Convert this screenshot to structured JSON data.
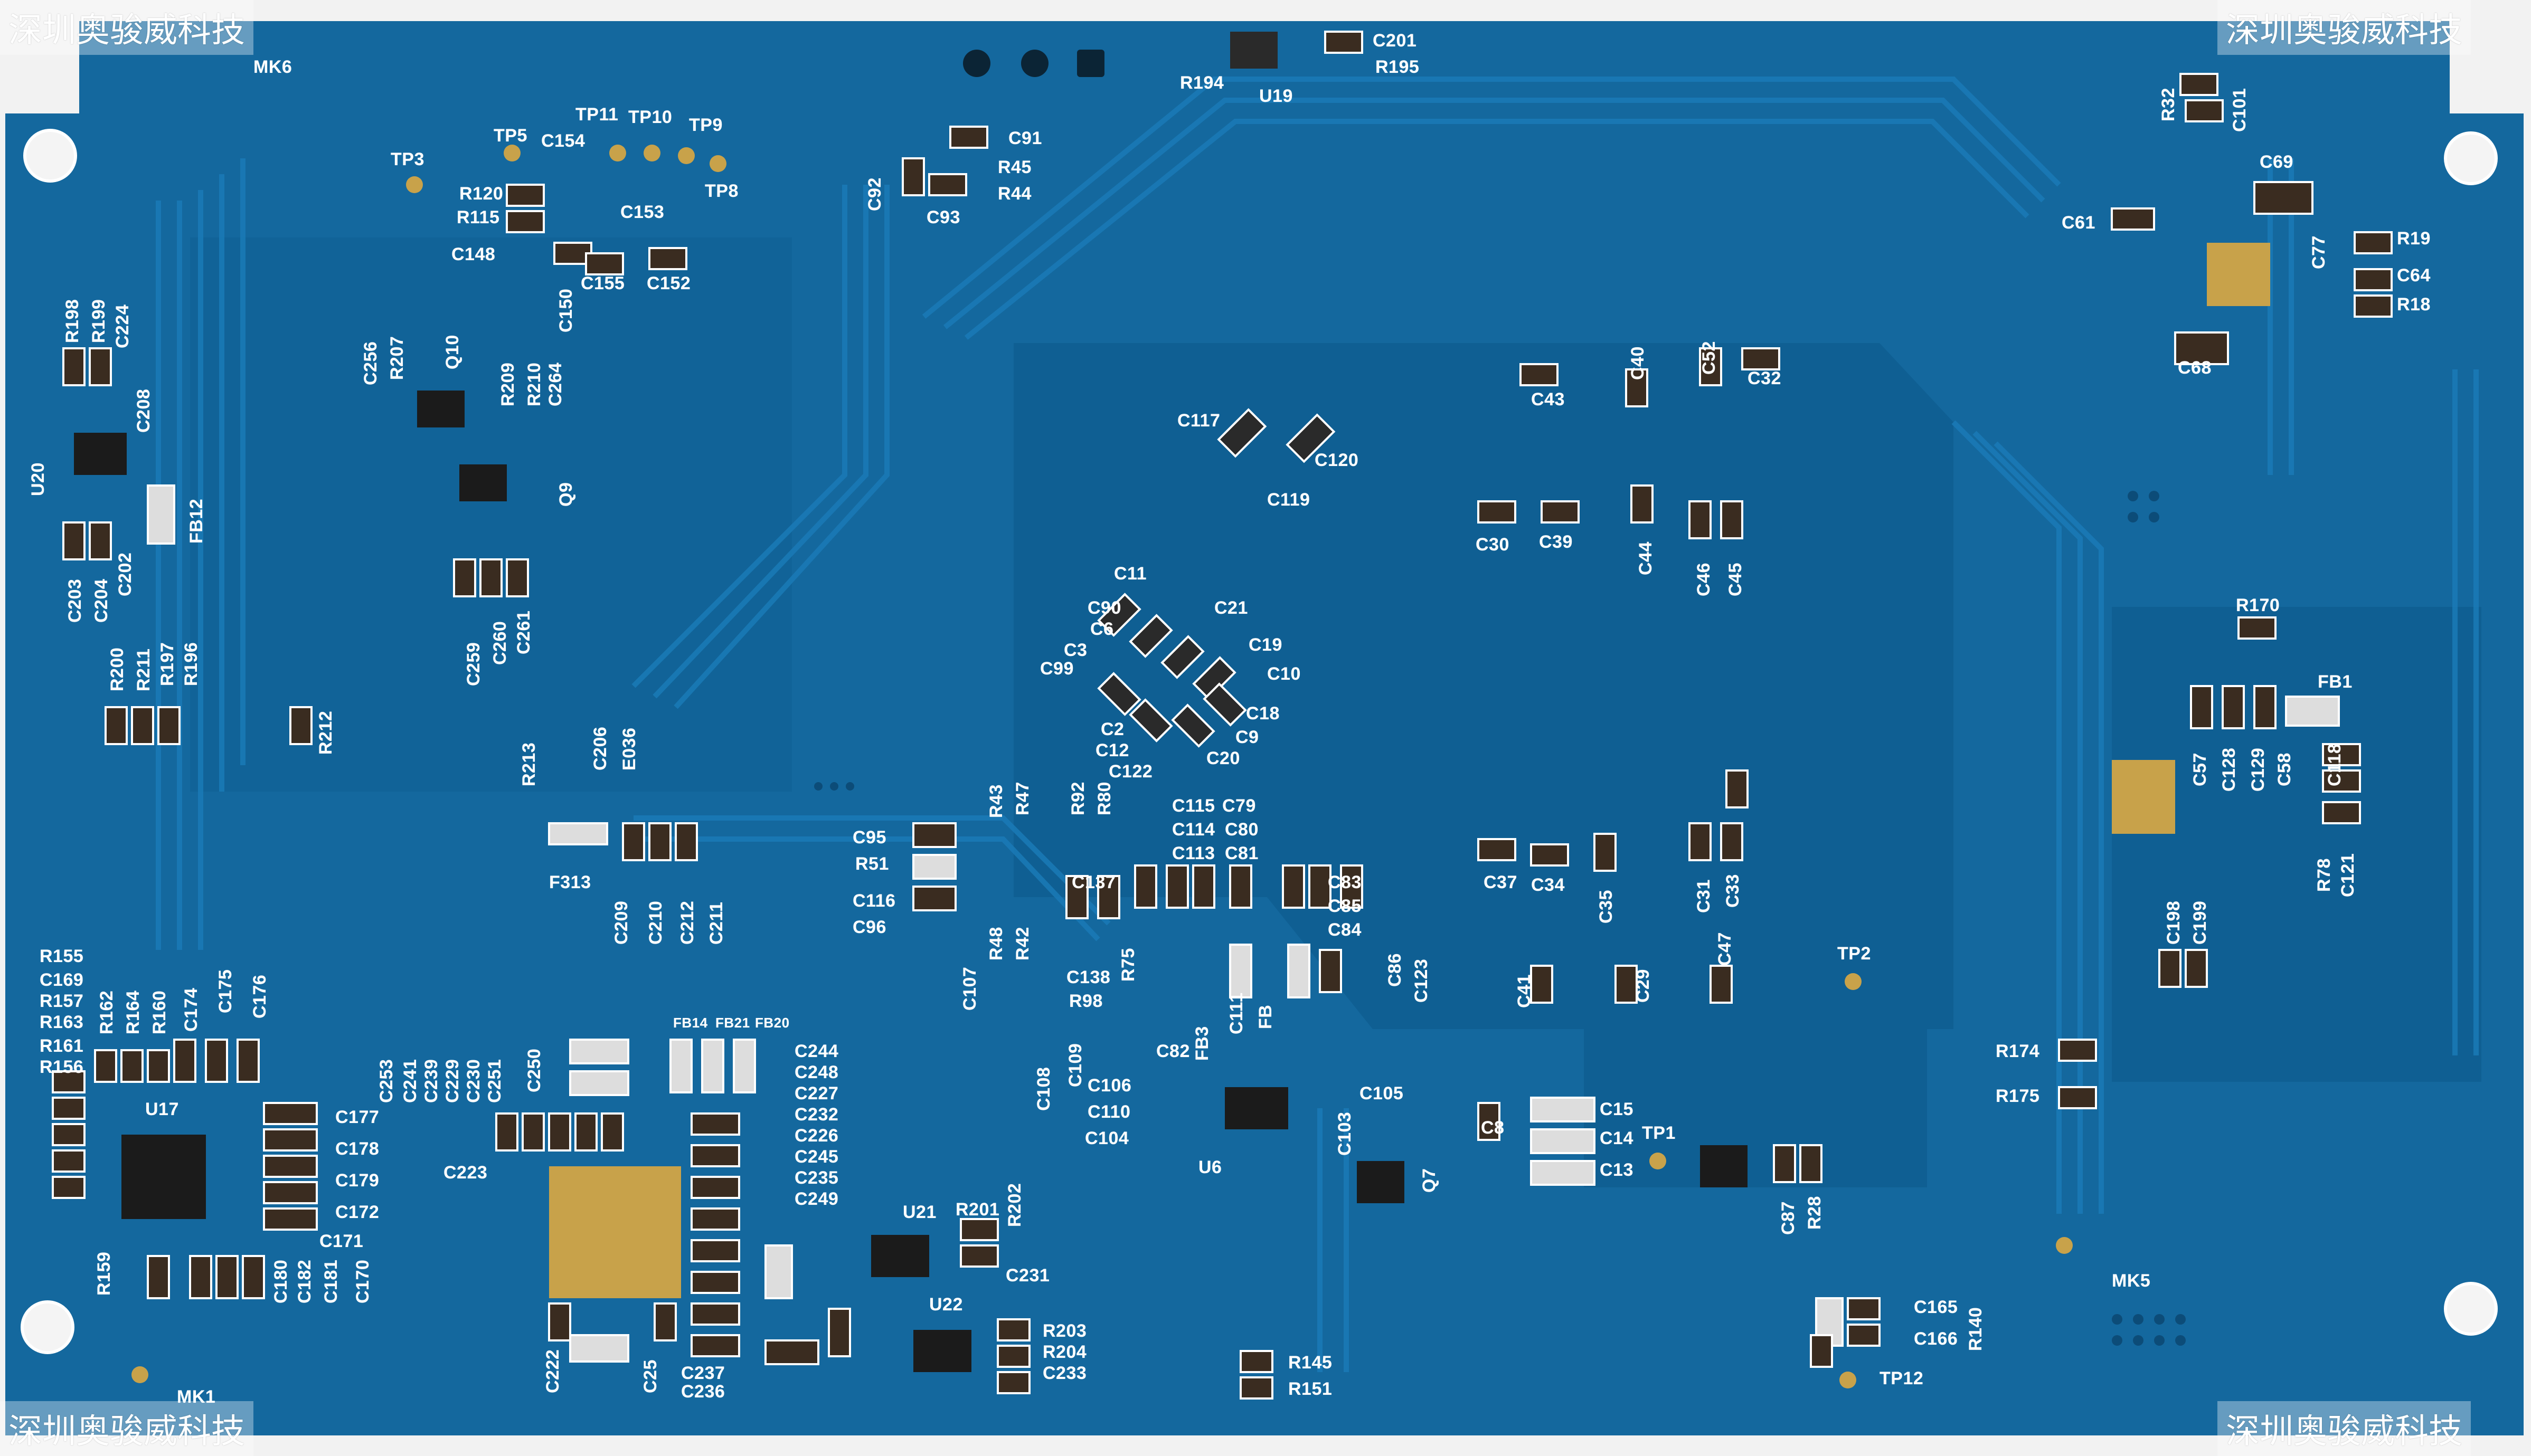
{
  "colors": {
    "board": "#14689e",
    "copper": "#0f5f92",
    "trace": "#1a79b5",
    "silk": "#ffffff",
    "pad_gold": "#c8a24a",
    "hole": "#f4f4f4"
  },
  "watermark": "深圳奥骏威科技",
  "labels": {
    "MK6": "MK6",
    "MK1": "MK1",
    "MK5": "MK5",
    "TP1": "TP1",
    "TP2": "TP2",
    "TP3": "TP3",
    "TP5": "TP5",
    "TP8": "TP8",
    "TP9": "TP9",
    "TP10": "TP10",
    "TP11": "TP11",
    "TP12": "TP12",
    "U6": "U6",
    "U17": "U17",
    "U19": "U19",
    "U20": "U20",
    "U21": "U21",
    "U22": "U22",
    "Q7": "Q7",
    "Q9": "Q9",
    "Q10": "Q10",
    "FB1": "FB1",
    "FB12": "FB12",
    "F313": "F313",
    "FB14": "FB14",
    "FB21": "FB21",
    "FB20": "FB20",
    "C201": "C201",
    "R195": "R195",
    "R194": "R194",
    "C91": "C91",
    "R45": "R45",
    "R44": "R44",
    "C92": "C92",
    "C93": "C93",
    "C154": "C154",
    "C153": "C153",
    "C155": "C155",
    "C152": "C152",
    "C148": "C148",
    "C150": "C150",
    "R120": "R120",
    "R115": "R115",
    "R198": "R198",
    "R199": "R199",
    "C224": "C224",
    "C208": "C208",
    "C203": "C203",
    "C204": "C204",
    "C202": "C202",
    "R200": "R200",
    "R211": "R211",
    "R197": "R197",
    "R196": "R196",
    "R212": "R212",
    "C256": "C256",
    "R207": "R207",
    "R209": "R209",
    "R210": "R210",
    "C264": "C264",
    "C259": "C259",
    "C260": "C260",
    "C261": "C261",
    "R213": "R213",
    "C206": "C206",
    "E036": "E036",
    "C209": "C209",
    "C210": "C210",
    "C212": "C212",
    "C211": "C211",
    "C117": "C117",
    "C120": "C120",
    "C119": "C119",
    "C43": "C43",
    "C40": "C40",
    "C52": "C52",
    "C32": "C32",
    "C30": "C30",
    "C39": "C39",
    "C44": "C44",
    "C46": "C46",
    "C45": "C45",
    "C11": "C11",
    "C90": "C90",
    "C6": "C6",
    "C21": "C21",
    "C3": "C3",
    "C99": "C99",
    "C19": "C19",
    "C10": "C10",
    "C18": "C18",
    "C2": "C2",
    "C9": "C9",
    "C12": "C12",
    "C20": "C20",
    "C122": "C122",
    "C115": "C115",
    "C79": "C79",
    "C114": "C114",
    "C80": "C80",
    "C113": "C113",
    "C81": "C81",
    "C137": "C137",
    "C83": "C83",
    "C85": "C85",
    "C84": "C84",
    "C95": "C95",
    "R51": "R51",
    "C116": "C116",
    "C96": "C96",
    "R43": "R43",
    "R47": "R47",
    "R92": "R92",
    "R80": "R80",
    "R48": "R48",
    "R42": "R42",
    "C107": "C107",
    "C138": "C138",
    "R98": "R98",
    "R75": "R75",
    "FB3": "FB3",
    "C111": "C111",
    "FB": "FB",
    "C86": "C86",
    "C123": "C123",
    "C37": "C37",
    "C34": "C34",
    "C35": "C35",
    "C31": "C31",
    "C33": "C33",
    "C41": "C41",
    "C29": "C29",
    "C47": "C47",
    "C69": "C69",
    "C61": "C61",
    "C77": "C77",
    "R19": "R19",
    "C64": "C64",
    "R18": "R18",
    "C68": "C68",
    "R32": "R32",
    "C101": "C101",
    "R170": "R170",
    "C57": "C57",
    "C128": "C128",
    "C129": "C129",
    "C58": "C58",
    "C118": "C118",
    "R78": "R78",
    "C121": "C121",
    "C198": "C198",
    "C199": "C199",
    "R174": "R174",
    "R175": "R175",
    "R155": "R155",
    "C169": "C169",
    "R157": "R157",
    "R163": "R163",
    "R161": "R161",
    "R156": "R156",
    "R162": "R162",
    "R164": "R164",
    "R160": "R160",
    "C174": "C174",
    "C175": "C175",
    "C176": "C176",
    "C177": "C177",
    "C178": "C178",
    "C179": "C179",
    "C172": "C172",
    "C171": "C171",
    "C180": "C180",
    "C182": "C182",
    "C181": "C181",
    "C170": "C170",
    "R159": "R159",
    "C253": "C253",
    "C241": "C241",
    "C239": "C239",
    "C229": "C229",
    "C230": "C230",
    "C251": "C251",
    "C250": "C250",
    "C223": "C223",
    "C222": "C222",
    "C25": "C25",
    "C237": "C237",
    "C236": "C236",
    "C244": "C244",
    "C248": "C248",
    "C227": "C227",
    "C232": "C232",
    "C226": "C226",
    "C245": "C245",
    "C235": "C235",
    "C249": "C249",
    "R201": "R201",
    "R202": "R202",
    "C231": "C231",
    "R203": "R203",
    "R204": "R204",
    "C233": "C233",
    "C108": "C108",
    "C109": "C109",
    "C106": "C106",
    "C110": "C110",
    "C104": "C104",
    "C82": "C82",
    "C105": "C105",
    "C103": "C103",
    "C8": "C8",
    "C15": "C15",
    "C14": "C14",
    "C13": "C13",
    "C87": "C87",
    "R28": "R28",
    "R145": "R145",
    "R151": "R151",
    "C165": "C165",
    "C166": "C166",
    "R140": "R140"
  }
}
